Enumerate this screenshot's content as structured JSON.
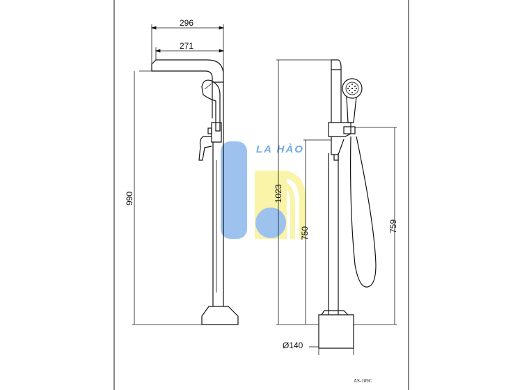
{
  "dimensions": {
    "spout_outer_width": "296",
    "spout_inner_width": "271",
    "total_height_front": "990",
    "total_height_side": "1023",
    "handle_height": "750",
    "holder_height": "759",
    "base_diameter": "Ø140"
  },
  "watermark": {
    "brand": "LA HÀO",
    "blue": "#8cb8ec",
    "yellow": "#f9f39a"
  },
  "model_code": "AS-189C",
  "colors": {
    "line": "#111111",
    "background": "#ffffff"
  }
}
